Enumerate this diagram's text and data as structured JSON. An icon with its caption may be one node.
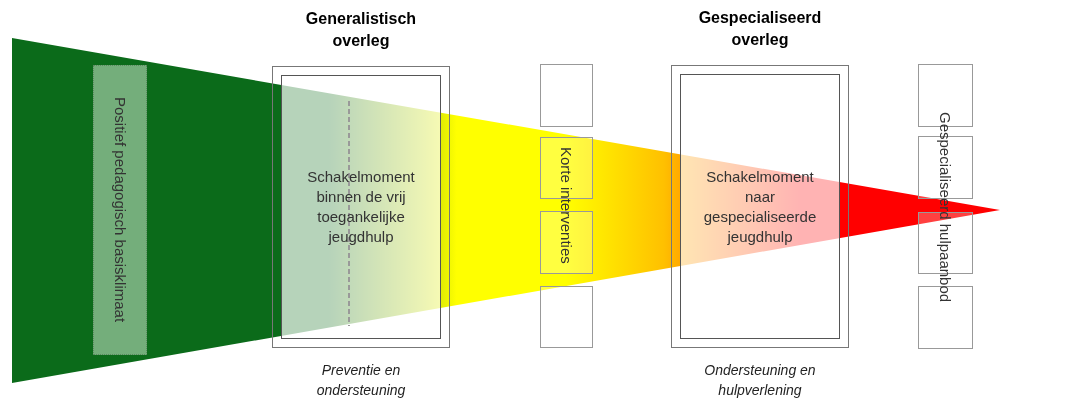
{
  "diagram": {
    "nodes": [
      {
        "text": [
          "Positief pedagogisch basisklimaat"
        ]
      },
      {
        "text": [
          "Generalistisch overleg",
          "Schakelmoment binnen de vrij toegankelijke jeugdhulp"
        ],
        "beside": [
          "Preventie en ondersteuning"
        ]
      },
      {
        "text": [],
        "shape": "box"
      },
      {
        "text": [],
        "shape": "box"
      },
      {
        "text": [],
        "shape": "box"
      },
      {
        "text": [],
        "shape": "box"
      },
      {
        "text": [
          "Gespecialiseerd overleg",
          "Schakelmoment naar gespecialiseerde jeugdhulp"
        ],
        "beside": [
          "Ondersteuning en hulpverlening"
        ]
      },
      {
        "text": [],
        "shape": "box"
      },
      {
        "text": [],
        "shape": "box"
      },
      {
        "text": [],
        "shape": "box"
      },
      {
        "text": [],
        "shape": "box"
      }
    ],
    "labels": [
      "Korte interventies",
      "Gespecialiseerd hulpaanbod"
    ]
  }
}
